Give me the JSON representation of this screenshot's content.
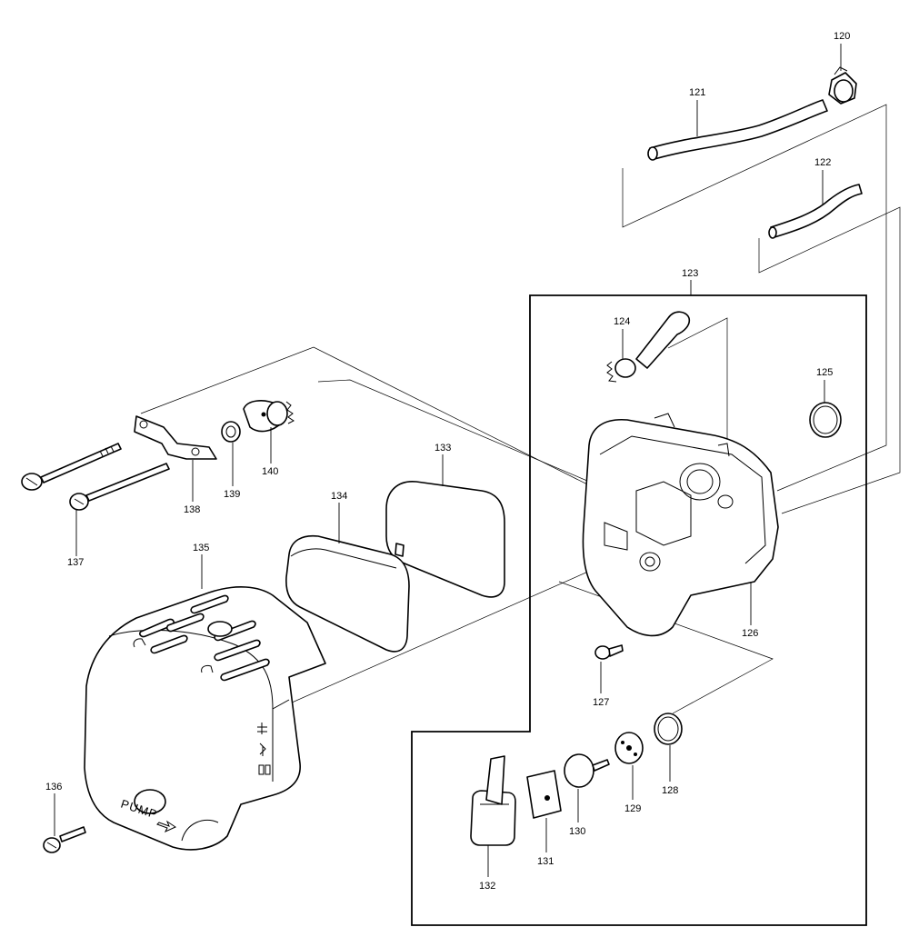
{
  "diagram": {
    "part_numbers": {
      "p120": "120",
      "p121": "121",
      "p122": "122",
      "p123": "123",
      "p124": "124",
      "p125": "125",
      "p126": "126",
      "p127": "127",
      "p128": "128",
      "p129": "129",
      "p130": "130",
      "p131": "131",
      "p132": "132",
      "p133": "133",
      "p134": "134",
      "p135": "135",
      "p136": "136",
      "p137": "137",
      "p138": "138",
      "p139": "139",
      "p140": "140"
    },
    "cover_text": "PUMP"
  }
}
